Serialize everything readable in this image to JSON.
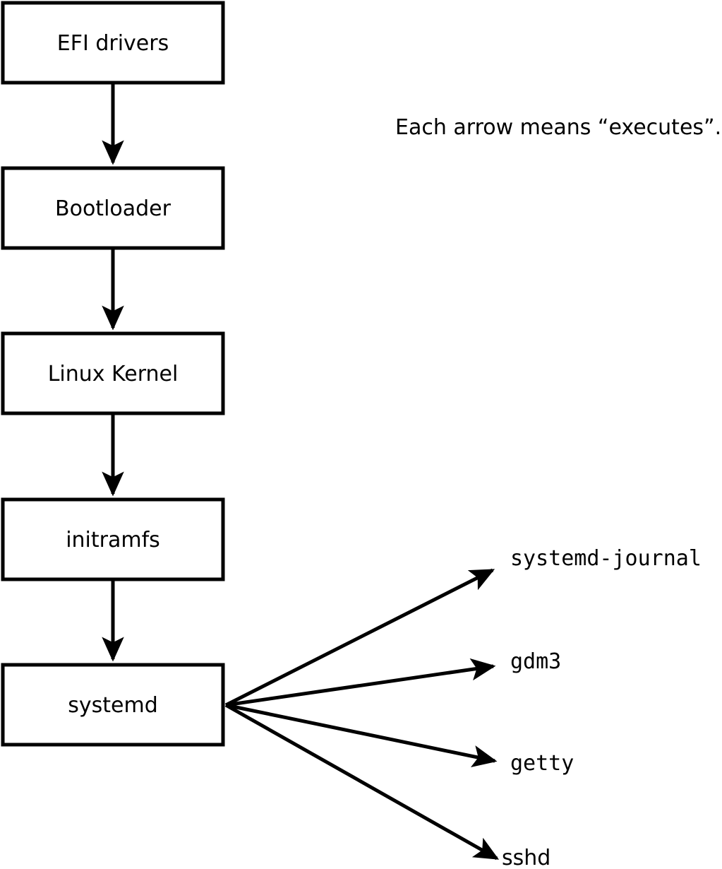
{
  "caption": "Each arrow means “executes”.",
  "chain": [
    {
      "label": "EFI drivers"
    },
    {
      "label": "Bootloader"
    },
    {
      "label": "Linux Kernel"
    },
    {
      "label": "initramfs"
    },
    {
      "label": "systemd"
    }
  ],
  "spawned_processes": [
    {
      "label": "systemd-journal"
    },
    {
      "label": "gdm3"
    },
    {
      "label": "getty"
    },
    {
      "label": "sshd"
    }
  ],
  "colors": {
    "line": "#000000",
    "box_fill": "#ffffff",
    "text": "#000000",
    "background": "#ffffff"
  }
}
